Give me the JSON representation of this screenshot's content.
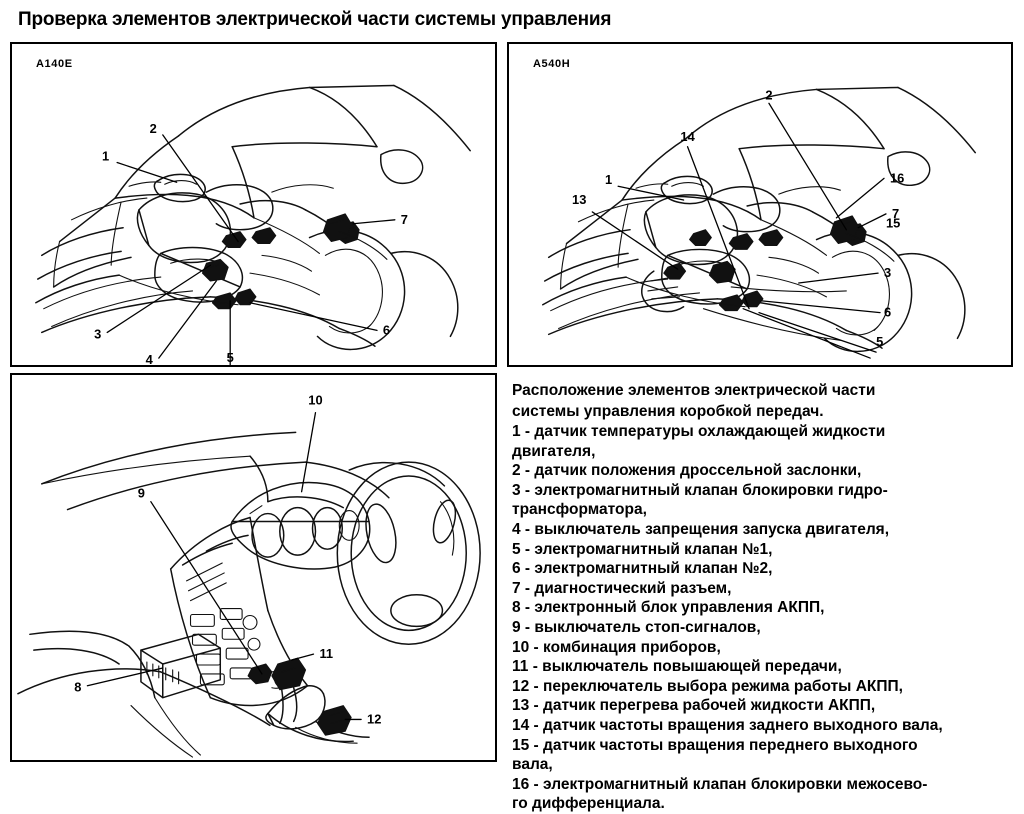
{
  "page": {
    "title": "Проверка элементов электрической части системы управления"
  },
  "panels": {
    "a140e": {
      "label": "A140E",
      "callouts": [
        "1",
        "2",
        "3",
        "4",
        "5",
        "6",
        "7"
      ]
    },
    "a540h": {
      "label": "A540H",
      "callouts": [
        "1",
        "2",
        "3",
        "5",
        "6",
        "7",
        "13",
        "14",
        "15",
        "16"
      ]
    },
    "interior": {
      "label": "",
      "callouts": [
        "8",
        "9",
        "10",
        "11",
        "12"
      ]
    }
  },
  "callout_labels": {
    "c1": "1",
    "c2": "2",
    "c3": "3",
    "c4": "4",
    "c5": "5",
    "c6": "6",
    "c7": "7",
    "c8": "8",
    "c9": "9",
    "c10": "10",
    "c11": "11",
    "c12": "12",
    "c13": "13",
    "c14": "14",
    "c15": "15",
    "c16": "16"
  },
  "legend": {
    "intro_line1": "Расположение элементов электрической части",
    "intro_line2": "системы управления коробкой передач.",
    "items": [
      "1 - датчик температуры охлаждающей жидкости\nдвигателя,",
      "2 - датчик положения дроссельной заслонки,",
      "3 - электромагнитный клапан блокировки гидро-\nтрансформатора,",
      "4 - выключатель запрещения запуска двигателя,",
      "5 - электромагнитный клапан №1,",
      "6 - электромагнитный клапан №2,",
      "7 - диагностический разъем,",
      "8 - электронный блок управления АКПП,",
      "9 - выключатель стоп-сигналов,",
      "10 - комбинация приборов,",
      "11 - выключатель повышающей передачи,",
      "12 - переключатель выбора режима работы АКПП,",
      "13 - датчик перегрева рабочей жидкости АКПП,",
      "14 - датчик частоты вращения заднего выходного вала,",
      "15 - датчик частоты вращения переднего выходного\nвала,",
      "16 - электромагнитный клапан блокировки межосево-\nго дифференциала."
    ]
  },
  "colors": {
    "ink": "#111111",
    "background": "#ffffff",
    "border": "#000000"
  }
}
